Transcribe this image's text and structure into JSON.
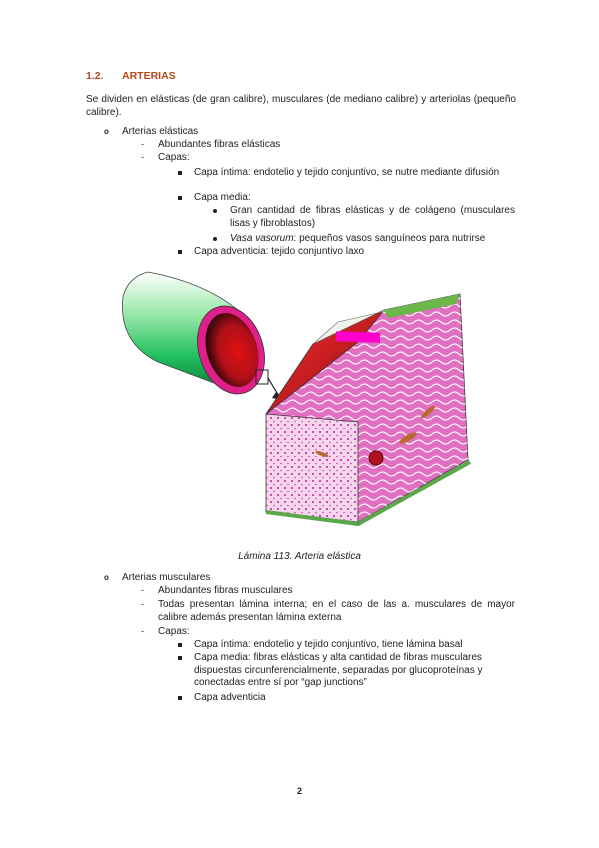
{
  "section": {
    "number": "1.2.",
    "title": "ARTERIAS"
  },
  "intro": "Se dividen en elásticas (de gran calibre), musculares (de mediano calibre) y arteriolas (pequeño calibre).",
  "elasticas": {
    "title": "Arterias elásticas",
    "item1": "Abundantes fibras elásticas",
    "capas_label": "Capas:",
    "intima": "Capa íntima: endotelio y tejido conjuntivo, se nutre mediante difusión",
    "media_label": "Capa media:",
    "media_sub1": "Gran cantidad de fibras elásticas y de colágeno (musculares lisas y fibroblastos)",
    "media_sub2_italic": "Vasa vasorum",
    "media_sub2_rest": ": pequeños vasos sanguíneos para nutrirse",
    "adventicia": "Capa adventicia: tejido conjuntivo laxo"
  },
  "figure": {
    "caption": "Lámina 113. Arteria elástica"
  },
  "musculares": {
    "title": "Arterias musculares",
    "item1": "Abundantes fibras musculares",
    "item2": "Todas presentan lámina interna; en el caso de las a. musculares de mayor calibre además presentan lámina externa",
    "capas_label": "Capas:",
    "intima": "Capa íntima: endotelio y tejido conjuntivo, tiene lámina basal",
    "media": "Capa media: fibras elásticas y alta cantidad de fibras musculares dispuestas circunferencialmente, separadas por glucoproteínas y conectadas entre sí por “gap junctions”",
    "adventicia": "Capa adventicia"
  },
  "page_number": "2",
  "colors": {
    "heading": "#b8461a",
    "tissue_pink": "#e070c0",
    "tissue_red": "#d01818",
    "magenta": "#ff00cc"
  }
}
